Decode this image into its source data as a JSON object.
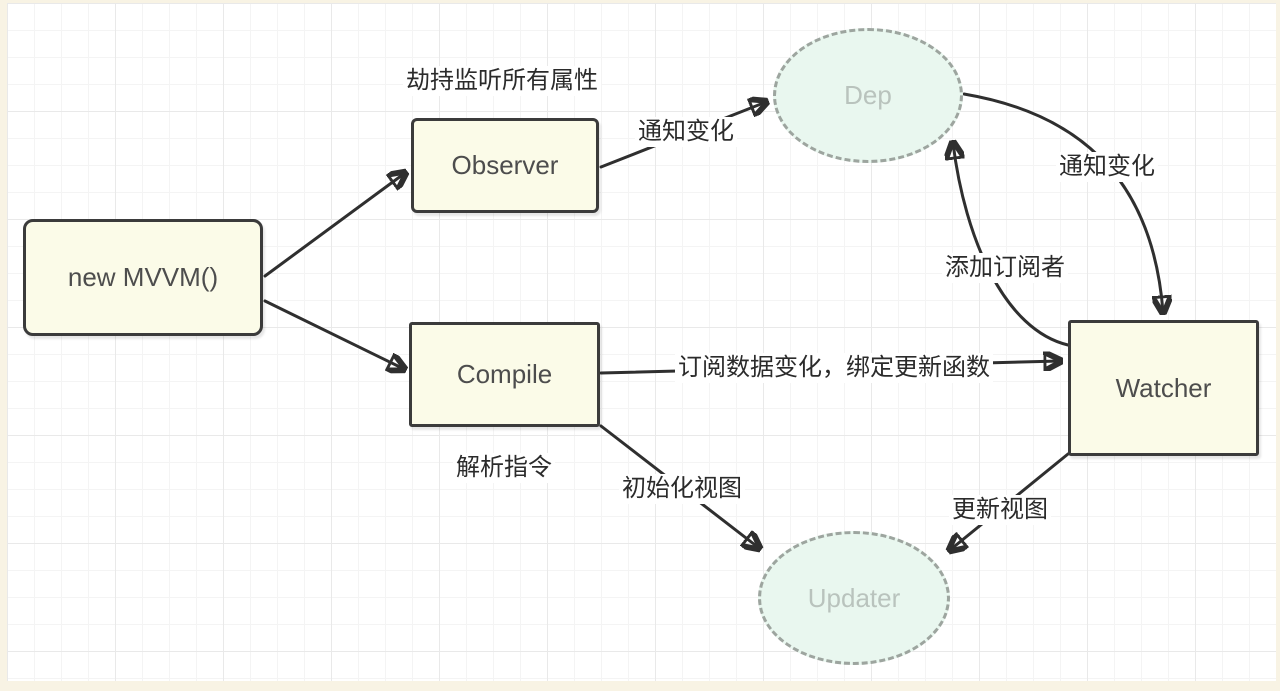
{
  "diagram_type": "flowchart",
  "nodes": [
    {
      "id": "mvvm",
      "label": "new MVVM()",
      "shape": "rect"
    },
    {
      "id": "observer",
      "label": "Observer",
      "shape": "rect"
    },
    {
      "id": "compile",
      "label": "Compile",
      "shape": "rect"
    },
    {
      "id": "watcher",
      "label": "Watcher",
      "shape": "rect"
    },
    {
      "id": "dep",
      "label": "Dep",
      "shape": "ellipse-dashed"
    },
    {
      "id": "updater",
      "label": "Updater",
      "shape": "ellipse-dashed"
    }
  ],
  "captions": [
    {
      "for": "observer",
      "text": "劫持监听所有属性"
    },
    {
      "for": "compile",
      "text": "解析指令"
    }
  ],
  "edges": [
    {
      "from": "mvvm",
      "to": "observer"
    },
    {
      "from": "mvvm",
      "to": "compile"
    },
    {
      "from": "observer",
      "to": "dep",
      "label": "通知变化"
    },
    {
      "from": "dep",
      "to": "watcher",
      "label": "通知变化"
    },
    {
      "from": "watcher",
      "to": "dep",
      "label": "添加订阅者"
    },
    {
      "from": "compile",
      "to": "watcher",
      "label": "订阅数据变化，绑定更新函数"
    },
    {
      "from": "compile",
      "to": "updater",
      "label": "初始化视图"
    },
    {
      "from": "watcher",
      "to": "updater",
      "label": "更新视图"
    }
  ],
  "colors": {
    "node_fill": "#fbfbe8",
    "node_border": "#3b3b3b",
    "node_text": "#4d4d4d",
    "ellipse_fill": "#e9f7ef",
    "ellipse_border": "#9da59f",
    "ellipse_text": "#b9c3bd",
    "arrow": "#2f2f2f",
    "label_text": "#2b2b2b",
    "canvas_bg": "#ffffff",
    "grid_line": "#e9e9e9",
    "page_edge": "#f8f3e4"
  }
}
